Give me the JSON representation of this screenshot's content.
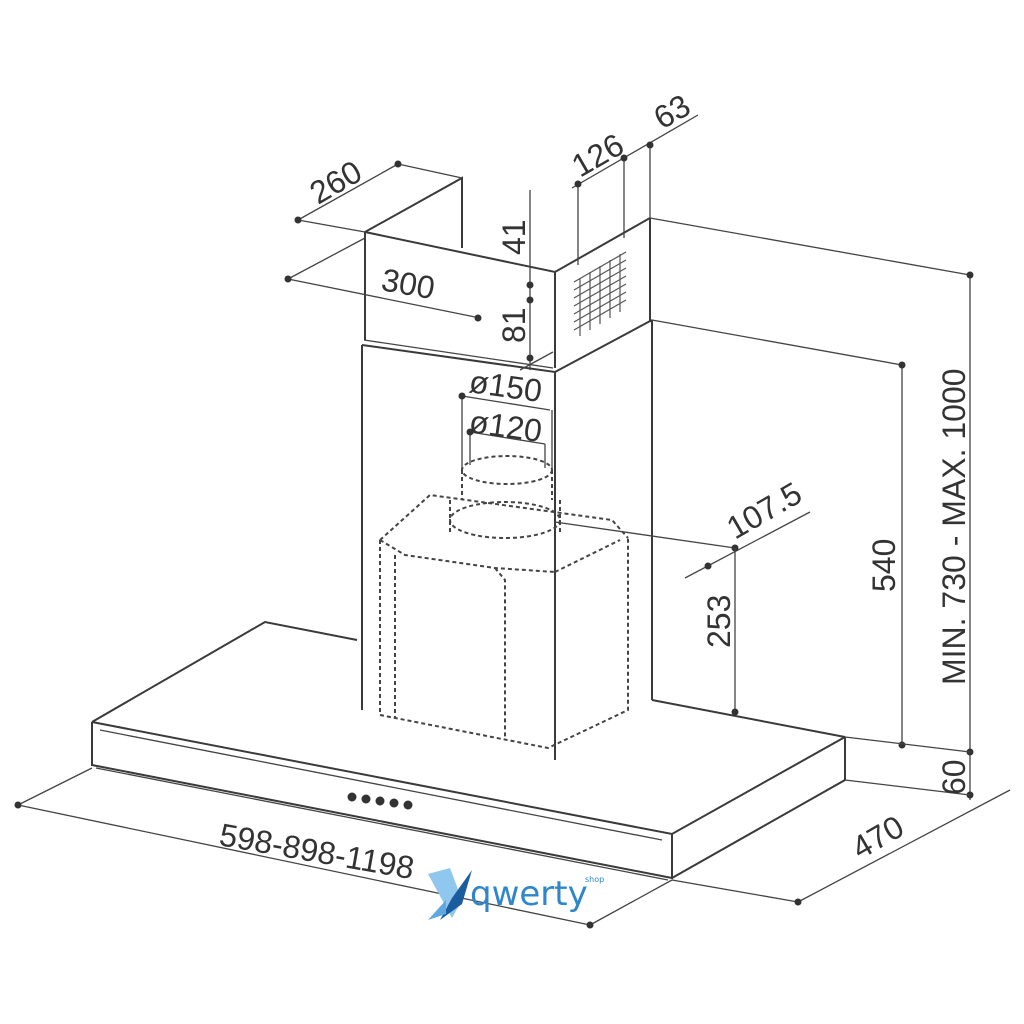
{
  "dimensions": {
    "chimney_depth": "260",
    "chimney_width": "300",
    "outlet_offset_a": "126",
    "outlet_offset_b": "63",
    "top_section": "41",
    "upper_section": "81",
    "outlet_large": "ø150",
    "outlet_small": "ø120",
    "motor_offset": "107.5",
    "motor_height": "253",
    "chimney_height": "540",
    "total_height": "MIN. 730 - MAX. 1000",
    "canopy_height": "60",
    "canopy_depth": "470",
    "widths": "598-898-1198"
  },
  "watermark": {
    "brand": "qwerty",
    "suffix": "shop",
    "colors": {
      "x_light": "#8fc7ee",
      "x_dark": "#1a5d9e",
      "text": "#2f86c8"
    }
  }
}
